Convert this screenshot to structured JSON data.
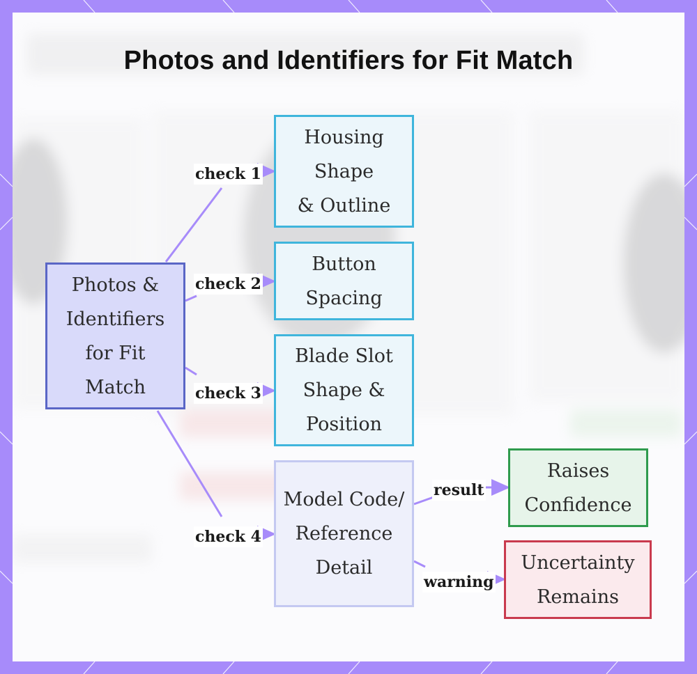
{
  "diagram": {
    "title": "Photos and Identifiers for Fit Match",
    "nodes": {
      "root": [
        "Photos &",
        "Identifiers",
        "for Fit",
        "Match"
      ],
      "housing": [
        "Housing",
        "Shape",
        "& Outline"
      ],
      "button": [
        "Button",
        "Spacing"
      ],
      "blade": [
        "Blade Slot",
        "Shape &",
        "Position"
      ],
      "model": [
        "Model Code/",
        "Reference",
        "Detail"
      ],
      "raises": [
        "Raises",
        "Confidence"
      ],
      "uncertainty": [
        "Uncertainty",
        "Remains"
      ]
    },
    "edge_labels": {
      "check1": "check 1",
      "check2": "check 2",
      "check3": "check 3",
      "check4": "check 4",
      "result": "result",
      "warning": "warning"
    }
  },
  "colors": {
    "frame": "#a78bfa",
    "edge": "#a78bfa",
    "root_fill": "#d9dafa",
    "root_border": "#5a66c6",
    "check_fill": "#ecf6fb",
    "check_border": "#3fb5dc",
    "model_fill": "#eef0fb",
    "model_border": "#c4c9f1",
    "raises_fill": "#e7f4ea",
    "raises_border": "#2f9b4d",
    "uncertainty_fill": "#fbeaed",
    "uncertainty_border": "#c93a4e"
  }
}
